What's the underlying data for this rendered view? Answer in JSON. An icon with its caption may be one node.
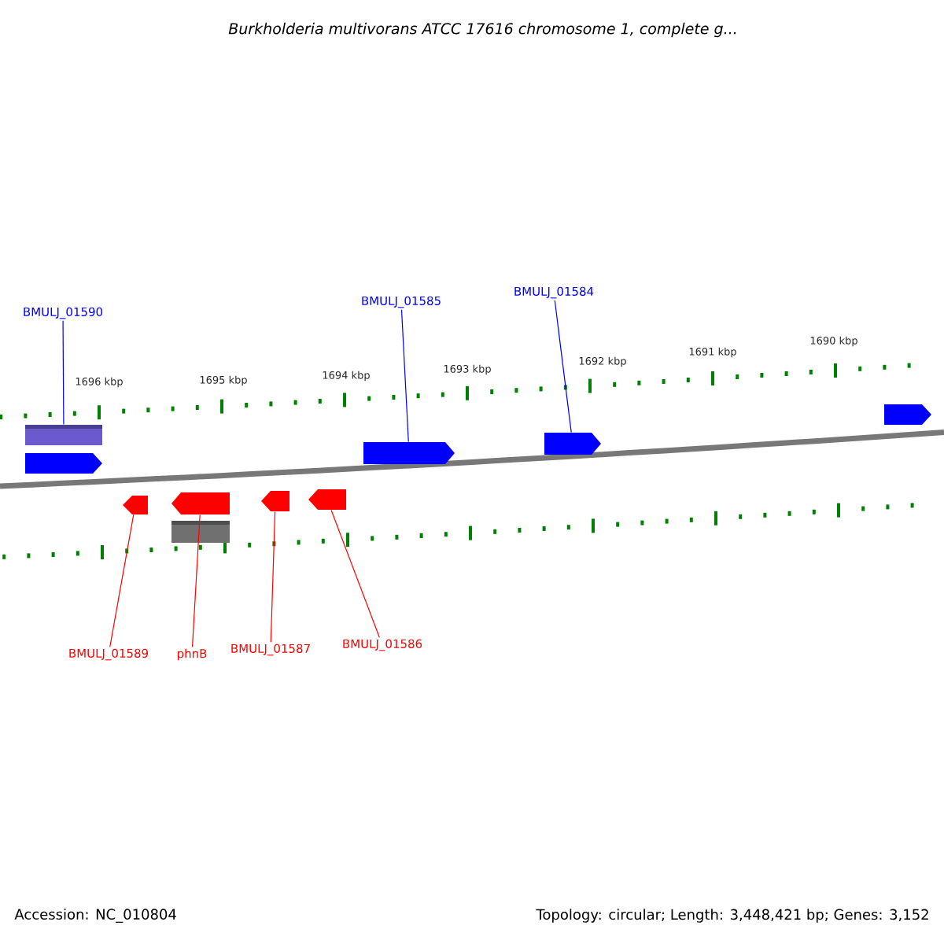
{
  "diagram": {
    "title": "Burkholderia multivorans ATCC 17616 chromosome 1, complete g...",
    "nodes": [
      {
        "text": [
          "BMULJ_01590"
        ]
      },
      {
        "text": [
          "BMULJ_01585"
        ]
      },
      {
        "text": [
          "BMULJ_01584"
        ]
      },
      {
        "text": [],
        "shape": "bar"
      },
      {
        "text": [],
        "shape": "arrow"
      },
      {
        "text": [],
        "shape": "arrow"
      },
      {
        "text": [],
        "shape": "arrow"
      },
      {
        "text": [],
        "shape": "arrow"
      },
      {
        "text": [],
        "shape": "arrow"
      },
      {
        "text": [],
        "shape": "arrow"
      },
      {
        "text": [],
        "shape": "arrow"
      },
      {
        "text": [],
        "shape": "arrow"
      },
      {
        "text": [],
        "shape": "bar"
      },
      {
        "text": [
          "BMULJ_01589"
        ]
      },
      {
        "text": [
          "phnB"
        ]
      },
      {
        "text": [
          "BMULJ_01587"
        ]
      },
      {
        "text": [
          "BMULJ_01586"
        ]
      }
    ],
    "edges": [
      {
        "from": 0,
        "to": 3,
        "arrow": "none",
        "color": "#0000ff"
      },
      {
        "from": 1,
        "to": 5,
        "arrow": "none",
        "color": "#0000ff"
      },
      {
        "from": 2,
        "to": 6,
        "arrow": "none",
        "color": "#0000ff"
      },
      {
        "from": 13,
        "to": 8,
        "arrow": "none"
      },
      {
        "from": 14,
        "to": 9,
        "arrow": "none"
      },
      {
        "from": 15,
        "to": 10,
        "arrow": "none"
      },
      {
        "from": 16,
        "to": 11,
        "arrow": "none"
      }
    ],
    "labels": [
      "1696 kbp",
      "1695 kbp",
      "1694 kbp",
      "1693 kbp",
      "1692 kbp",
      "1691 kbp",
      "1690 kbp",
      "Accession: NC_010804",
      "Topology: circular; Length: 3,448,421 bp; Genes: 3,152"
    ]
  }
}
